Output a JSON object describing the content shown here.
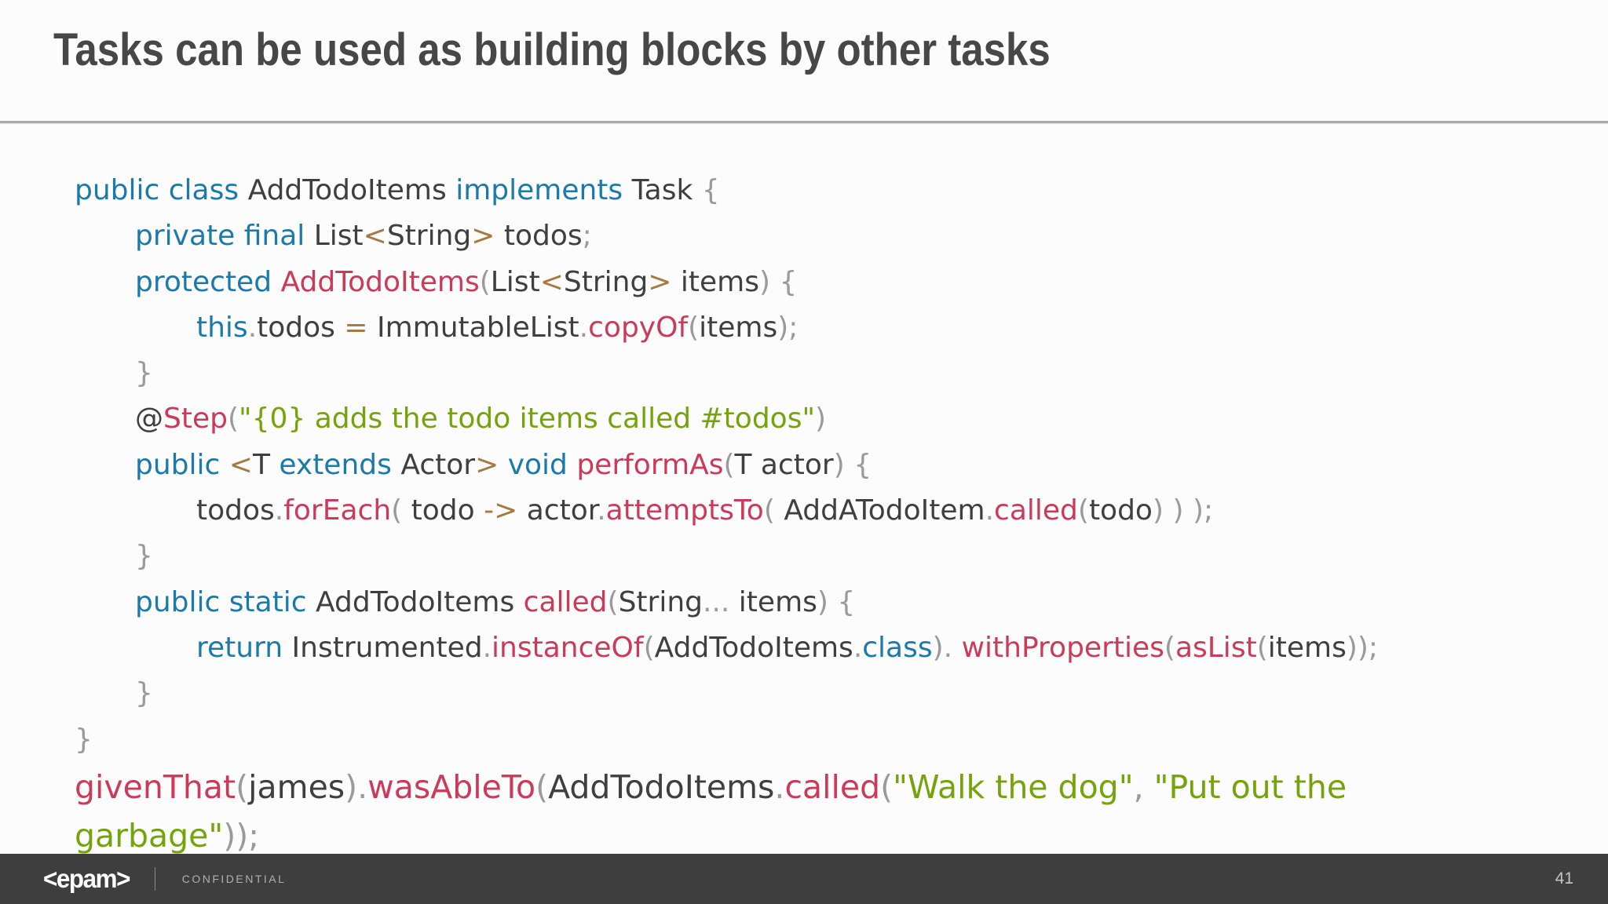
{
  "slide": {
    "title": "Tasks can be used as building blocks by other tasks",
    "page_number": "41"
  },
  "footer": {
    "logo_text": "<epam>",
    "confidential_label": "CONFIDENTIAL"
  },
  "syntax_colors": {
    "keyword": "#1b7aab",
    "identifier": "#3f3f3f",
    "method": "#cc3a59",
    "string": "#74a30b",
    "punctuation": "#9a9a9a",
    "operator": "#a5793f",
    "title": "#474747",
    "footer_background": "#3e3e3e",
    "divider": "#a9a9a9"
  },
  "code": {
    "language": "java",
    "lines": [
      {
        "indent": 0,
        "large": false,
        "tokens": [
          {
            "t": "public class ",
            "c": "kw"
          },
          {
            "t": "AddTodoItems ",
            "c": "id"
          },
          {
            "t": "implements ",
            "c": "kw"
          },
          {
            "t": "Task ",
            "c": "id"
          },
          {
            "t": "{",
            "c": "pun"
          }
        ]
      },
      {
        "indent": 1,
        "large": false,
        "tokens": [
          {
            "t": "private final ",
            "c": "kw"
          },
          {
            "t": "List",
            "c": "id"
          },
          {
            "t": "<",
            "c": "op"
          },
          {
            "t": "String",
            "c": "id"
          },
          {
            "t": ">",
            "c": "op"
          },
          {
            "t": " todos",
            "c": "id"
          },
          {
            "t": ";",
            "c": "pun"
          }
        ]
      },
      {
        "indent": 1,
        "large": false,
        "tokens": [
          {
            "t": "protected ",
            "c": "kw"
          },
          {
            "t": "AddTodoItems",
            "c": "mth"
          },
          {
            "t": "(",
            "c": "pun"
          },
          {
            "t": "List",
            "c": "id"
          },
          {
            "t": "<",
            "c": "op"
          },
          {
            "t": "String",
            "c": "id"
          },
          {
            "t": ">",
            "c": "op"
          },
          {
            "t": " items",
            "c": "id"
          },
          {
            "t": ") {",
            "c": "pun"
          }
        ]
      },
      {
        "indent": 2,
        "large": false,
        "tokens": [
          {
            "t": "this",
            "c": "kw"
          },
          {
            "t": ".",
            "c": "pun"
          },
          {
            "t": "todos ",
            "c": "id"
          },
          {
            "t": "=",
            "c": "op"
          },
          {
            "t": " ImmutableList",
            "c": "id"
          },
          {
            "t": ".",
            "c": "pun"
          },
          {
            "t": "copyOf",
            "c": "mth"
          },
          {
            "t": "(",
            "c": "pun"
          },
          {
            "t": "items",
            "c": "id"
          },
          {
            "t": ");",
            "c": "pun"
          }
        ]
      },
      {
        "indent": 1,
        "large": false,
        "tokens": [
          {
            "t": "}",
            "c": "pun"
          }
        ]
      },
      {
        "indent": 1,
        "large": false,
        "tokens": [
          {
            "t": "@",
            "c": "id"
          },
          {
            "t": "Step",
            "c": "mth"
          },
          {
            "t": "(",
            "c": "pun"
          },
          {
            "t": "\"{0} adds the todo items called #todos\"",
            "c": "str"
          },
          {
            "t": ")",
            "c": "pun"
          }
        ]
      },
      {
        "indent": 1,
        "large": false,
        "tokens": [
          {
            "t": "public ",
            "c": "kw"
          },
          {
            "t": "<",
            "c": "op"
          },
          {
            "t": "T ",
            "c": "id"
          },
          {
            "t": "extends ",
            "c": "kw"
          },
          {
            "t": "Actor",
            "c": "id"
          },
          {
            "t": ">",
            "c": "op"
          },
          {
            "t": " ",
            "c": "id"
          },
          {
            "t": "void ",
            "c": "kw"
          },
          {
            "t": "performAs",
            "c": "mth"
          },
          {
            "t": "(",
            "c": "pun"
          },
          {
            "t": "T actor",
            "c": "id"
          },
          {
            "t": ") {",
            "c": "pun"
          }
        ]
      },
      {
        "indent": 2,
        "large": false,
        "tokens": [
          {
            "t": "todos",
            "c": "id"
          },
          {
            "t": ".",
            "c": "pun"
          },
          {
            "t": "forEach",
            "c": "mth"
          },
          {
            "t": "( ",
            "c": "pun"
          },
          {
            "t": "todo ",
            "c": "id"
          },
          {
            "t": "->",
            "c": "op"
          },
          {
            "t": " actor",
            "c": "id"
          },
          {
            "t": ".",
            "c": "pun"
          },
          {
            "t": "attemptsTo",
            "c": "mth"
          },
          {
            "t": "( ",
            "c": "pun"
          },
          {
            "t": "AddATodoItem",
            "c": "id"
          },
          {
            "t": ".",
            "c": "pun"
          },
          {
            "t": "called",
            "c": "mth"
          },
          {
            "t": "(",
            "c": "pun"
          },
          {
            "t": "todo",
            "c": "id"
          },
          {
            "t": ") ) );",
            "c": "pun"
          }
        ]
      },
      {
        "indent": 1,
        "large": false,
        "tokens": [
          {
            "t": "}",
            "c": "pun"
          }
        ]
      },
      {
        "indent": 1,
        "large": false,
        "tokens": [
          {
            "t": "public static ",
            "c": "kw"
          },
          {
            "t": "AddTodoItems ",
            "c": "id"
          },
          {
            "t": "called",
            "c": "mth"
          },
          {
            "t": "(",
            "c": "pun"
          },
          {
            "t": "String",
            "c": "id"
          },
          {
            "t": "...",
            "c": "pun"
          },
          {
            "t": " items",
            "c": "id"
          },
          {
            "t": ") {",
            "c": "pun"
          }
        ]
      },
      {
        "indent": 2,
        "large": false,
        "tokens": [
          {
            "t": "return",
            "c": "kw"
          },
          {
            "t": " Instrumented",
            "c": "id"
          },
          {
            "t": ".",
            "c": "pun"
          },
          {
            "t": "instanceOf",
            "c": "mth"
          },
          {
            "t": "(",
            "c": "pun"
          },
          {
            "t": "AddTodoItems",
            "c": "id"
          },
          {
            "t": ".",
            "c": "pun"
          },
          {
            "t": "class",
            "c": "kw"
          },
          {
            "t": "). ",
            "c": "pun"
          },
          {
            "t": "withProperties",
            "c": "mth"
          },
          {
            "t": "(",
            "c": "pun"
          },
          {
            "t": "asList",
            "c": "mth"
          },
          {
            "t": "(",
            "c": "pun"
          },
          {
            "t": "items",
            "c": "id"
          },
          {
            "t": "));",
            "c": "pun"
          }
        ]
      },
      {
        "indent": 1,
        "large": false,
        "tokens": [
          {
            "t": "}",
            "c": "pun"
          }
        ]
      },
      {
        "indent": 0,
        "large": false,
        "tokens": [
          {
            "t": "}",
            "c": "pun"
          }
        ]
      },
      {
        "indent": 0,
        "large": true,
        "tokens": [
          {
            "t": "givenThat",
            "c": "mth"
          },
          {
            "t": "(",
            "c": "pun"
          },
          {
            "t": "james",
            "c": "id"
          },
          {
            "t": ").",
            "c": "pun"
          },
          {
            "t": "wasAbleTo",
            "c": "mth"
          },
          {
            "t": "(",
            "c": "pun"
          },
          {
            "t": "AddTodoItems",
            "c": "id"
          },
          {
            "t": ".",
            "c": "pun"
          },
          {
            "t": "called",
            "c": "mth"
          },
          {
            "t": "(",
            "c": "pun"
          },
          {
            "t": "\"Walk the dog\"",
            "c": "str"
          },
          {
            "t": ", ",
            "c": "pun"
          },
          {
            "t": "\"Put out the",
            "c": "str"
          }
        ]
      },
      {
        "indent": 0,
        "large": true,
        "tokens": [
          {
            "t": "garbage\"",
            "c": "str"
          },
          {
            "t": "));",
            "c": "pun"
          }
        ]
      }
    ]
  }
}
